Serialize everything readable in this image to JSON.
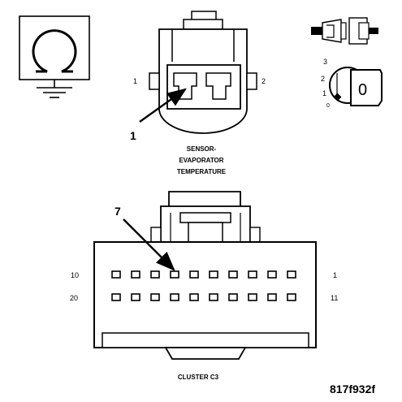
{
  "icons": {
    "ground_symbol": "ohm-ground-icon",
    "connector_key": "connector-key-icon",
    "ignition": "ignition-switch-icon"
  },
  "ignition": {
    "positions": [
      "3",
      "2",
      "1",
      "0"
    ],
    "key_label": "0"
  },
  "sensor": {
    "title_lines": [
      "SENSOR-",
      "EVAPORATOR",
      "TEMPERATURE"
    ],
    "pin_left": "1",
    "pin_right": "2",
    "callout": "1"
  },
  "cluster": {
    "title": "CLUSTER C3",
    "callout": "7",
    "row1_left": "10",
    "row1_right": "1",
    "row2_left": "20",
    "row2_right": "11"
  },
  "reference_id": "817f932f"
}
